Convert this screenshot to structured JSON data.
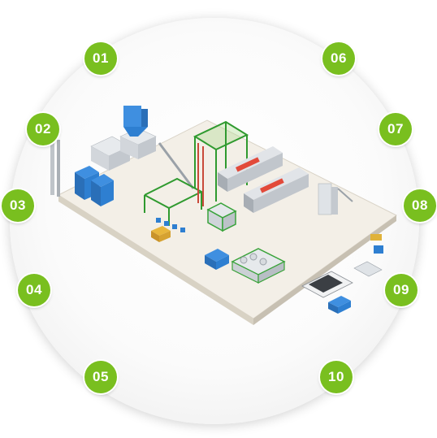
{
  "badges": [
    "01",
    "02",
    "03",
    "04",
    "05",
    "06",
    "07",
    "08",
    "09",
    "10"
  ],
  "colors": {
    "badge_green": "#79bf1f",
    "structure_green": "#3aa33a",
    "tank_blue": "#2e7fd1",
    "reactor_grey": "#b9bec4",
    "floor": "#f2eee6"
  }
}
